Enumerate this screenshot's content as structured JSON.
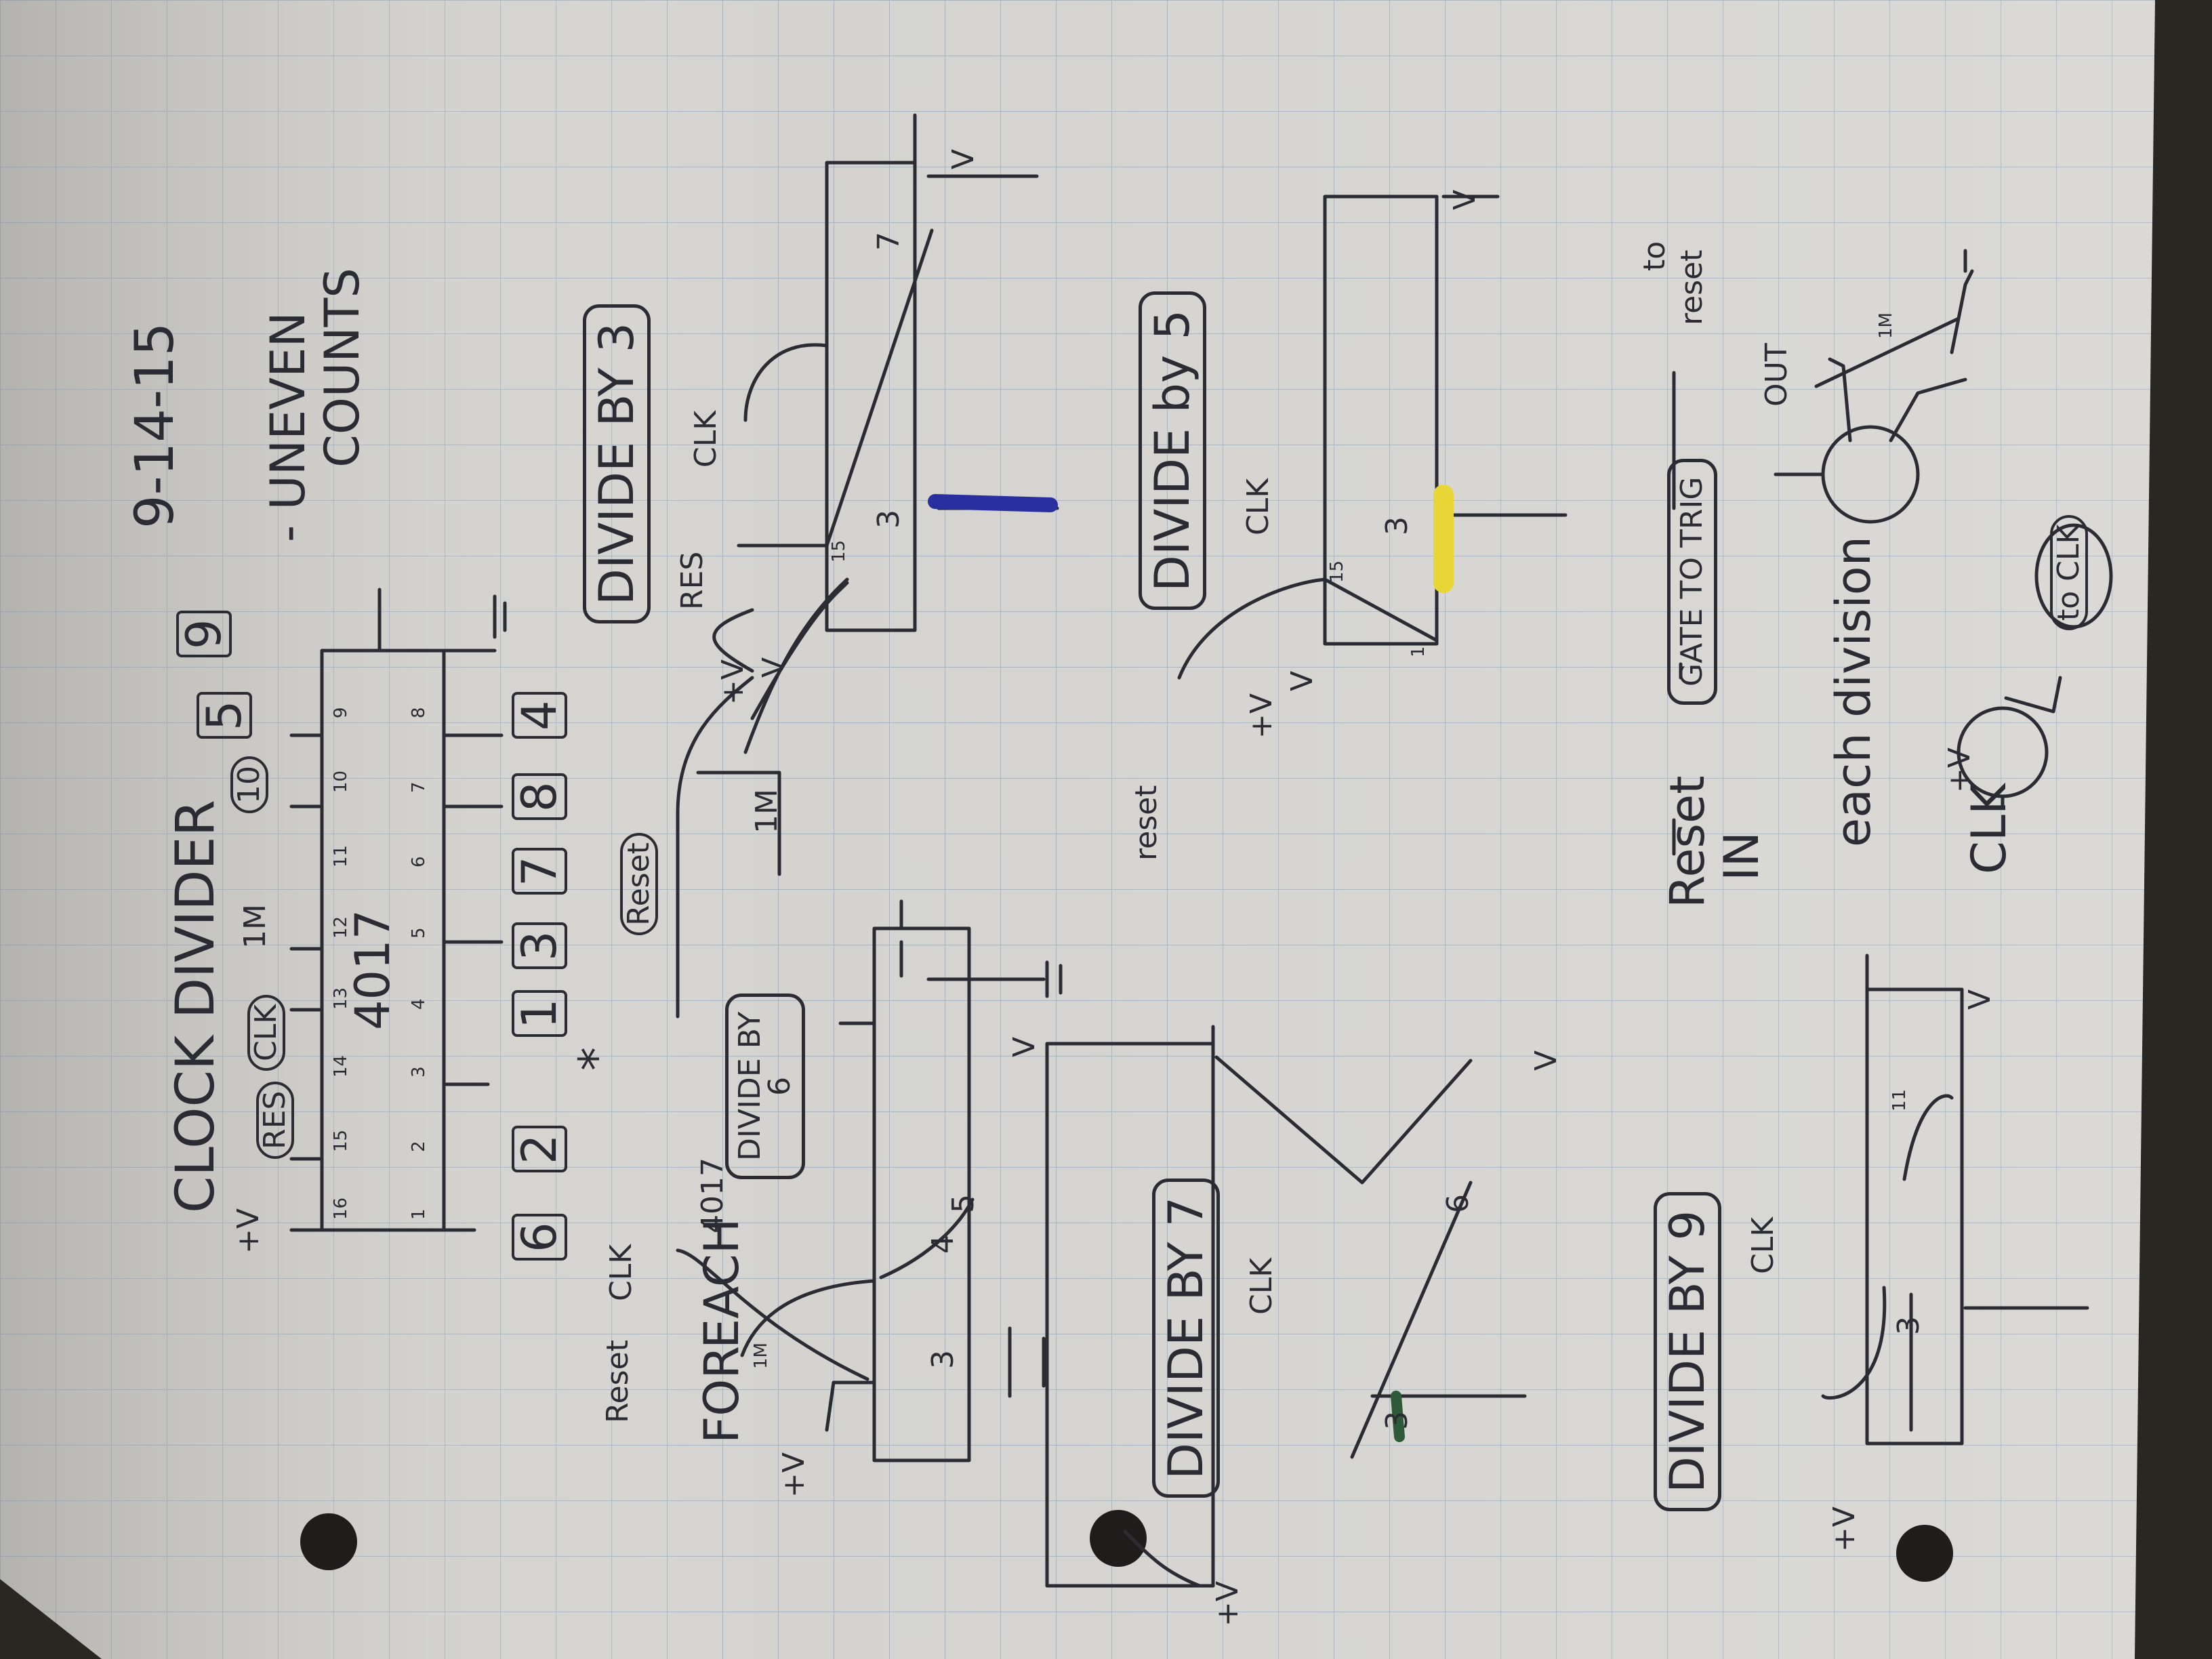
{
  "header": {
    "title": "CLOCK DIVIDER",
    "date": "9-14-15",
    "note_line1": "- UNEVEN",
    "note_line2": "COUNTS"
  },
  "chip": {
    "part": "4017",
    "asterisk": "*",
    "top_pins": [
      "16",
      "15",
      "14",
      "13",
      "12",
      "11",
      "10",
      "9"
    ],
    "bottom_pins": [
      "1",
      "2",
      "3",
      "4",
      "5",
      "6",
      "7",
      "8"
    ],
    "top_labels": [
      "+V",
      "RES",
      "CLK",
      "1M",
      "10",
      "5",
      "9"
    ],
    "output_boxes": [
      "6",
      "2",
      "1",
      "3",
      "7",
      "8",
      "4"
    ]
  },
  "divide_by_6": {
    "heading_line1": "FOR",
    "heading_line2": "EACH",
    "heading_line3": "4017",
    "title_line1": "DIVIDE BY",
    "title_line2": "6",
    "reset": "Reset",
    "clk": "CLK",
    "plus_v": "+V",
    "resistor": "1M",
    "pin_a": "3",
    "pin_b": "4",
    "pin_c": "5"
  },
  "reset_net": {
    "reset": "Reset",
    "resistor": "1M"
  },
  "divide_by_3": {
    "title": "DIVIDE BY 3",
    "res": "RES",
    "clk": "CLK",
    "plus_v": "+V",
    "v": "V",
    "pin_a": "15",
    "pin_b": "3",
    "pin_c": "7"
  },
  "divide_by_5": {
    "title": "DIVIDE by 5",
    "reset": "reset",
    "plus_v": "+V",
    "v": "V",
    "clk": "CLK",
    "pin_a": "15",
    "pin_b": "3",
    "pin_c": "1"
  },
  "divide_by_7": {
    "title": "DIVIDE BY 7",
    "clk": "CLK",
    "plus_v": "+V",
    "pin_a": "3",
    "pin_b": "6"
  },
  "divide_by_9": {
    "title": "DIVIDE BY 9",
    "clk": "CLK",
    "plus_v": "+V",
    "pin_a": "3",
    "pin_b": "11"
  },
  "gate_trig": {
    "reset_line1": "Reset",
    "reset_line2": "IN",
    "box": "GATE TO TRIG",
    "to_line1": "to",
    "to_line2": "reset"
  },
  "transistor": {
    "each_division": "each division",
    "plus_v": "+V",
    "clk_left": "CLK",
    "clk_right": "to CLK",
    "out": "OUT",
    "r_label": "1M",
    "v": "V"
  },
  "colors": {
    "paper": "#d4d3cf",
    "grid": "#a9b3bb",
    "ink": "#2b2b33",
    "blue": "#2a2fa0",
    "yellow": "#e8d636",
    "green": "#2e5a3a"
  }
}
